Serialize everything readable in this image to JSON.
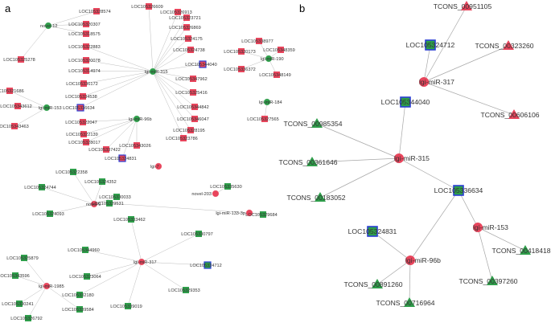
{
  "panels": {
    "a": "a",
    "b": "b"
  },
  "colors": {
    "mirna_novel": "#e8455c",
    "mirna_known": "#2e9e4a",
    "gene": "#e8455c",
    "gene_alt": "#2e9e4a",
    "highlight": "#2b3fd4",
    "edge": "#bdbdbd"
  },
  "network_a": {
    "hubs": [
      {
        "id": "h1",
        "label": "novel-12",
        "color": "mirna_known"
      },
      {
        "id": "h2",
        "label": "lgi-miR-315",
        "color": "mirna_known"
      },
      {
        "id": "h3",
        "label": "lgi-miR-153",
        "color": "mirna_known"
      },
      {
        "id": "h4",
        "label": "lgi-miR-96b",
        "color": "mirna_known"
      },
      {
        "id": "h5",
        "label": "lgi-miR-190",
        "color": "mirna_known"
      },
      {
        "id": "h6",
        "label": "lgi-miR-184",
        "color": "mirna_known"
      },
      {
        "id": "h7",
        "label": "lgi-7",
        "color": "mirna_novel"
      },
      {
        "id": "h8",
        "label": "novel-9",
        "color": "mirna_novel"
      },
      {
        "id": "h9",
        "label": "novel-203",
        "color": "mirna_novel"
      },
      {
        "id": "h10",
        "label": "lgi-miR-133-3p",
        "color": "mirna_novel"
      },
      {
        "id": "h11",
        "label": "lgi-miR-317",
        "color": "mirna_novel"
      },
      {
        "id": "h12",
        "label": "lgi-miR-1985",
        "color": "mirna_novel"
      }
    ],
    "targets": [
      {
        "label": "LOC105328574",
        "hub": "h1"
      },
      {
        "label": "LOC105326609",
        "hub": "h2"
      },
      {
        "label": "LOC105326913",
        "hub": "h2"
      },
      {
        "label": "LOC105323721",
        "hub": "h2"
      },
      {
        "label": "LOC105320307",
        "hub": "h1"
      },
      {
        "label": "LOC105318575",
        "hub": "h1"
      },
      {
        "label": "LOC105326869",
        "hub": "h2"
      },
      {
        "label": "LOC105322883",
        "hub": "h2"
      },
      {
        "label": "LOC105325278",
        "hub": "h1"
      },
      {
        "label": "LOC105320078",
        "hub": "h2"
      },
      {
        "label": "LOC105324175",
        "hub": "h2"
      },
      {
        "label": "LOC105324738",
        "hub": "h2"
      },
      {
        "label": "LOC105314974",
        "hub": "h2"
      },
      {
        "label": "LOC105336172",
        "hub": "h2"
      },
      {
        "label": "LOC105344040",
        "hub": "h2",
        "highlight": true
      },
      {
        "label": "LOC105347962",
        "hub": "h2"
      },
      {
        "label": "LOC105321686",
        "hub": "h3"
      },
      {
        "label": "LOC105334538",
        "hub": "h2"
      },
      {
        "label": "LOC105336634",
        "hub": "h2",
        "highlight": true
      },
      {
        "label": "LOC105343612",
        "hub": "h3"
      },
      {
        "label": "LOC105325416",
        "hub": "h2"
      },
      {
        "label": "LOC105344842",
        "hub": "h2"
      },
      {
        "label": "LOC105343463",
        "hub": "h3"
      },
      {
        "label": "LOC105322047",
        "hub": "h4"
      },
      {
        "label": "LOC105346047",
        "hub": "h2"
      },
      {
        "label": "LOC105322139",
        "hub": "h4"
      },
      {
        "label": "LOC105328195",
        "hub": "h2"
      },
      {
        "label": "LOC105323786",
        "hub": "h2"
      },
      {
        "label": "LOC105328017",
        "hub": "h4"
      },
      {
        "label": "LOC105343026",
        "hub": "h4"
      },
      {
        "label": "LOC105337422",
        "hub": "h4"
      },
      {
        "label": "LOC105324831",
        "hub": "h4",
        "highlight": true
      },
      {
        "label": "LOC105338977",
        "hub": "h5"
      },
      {
        "label": "LOC105320173",
        "hub": "h5"
      },
      {
        "label": "LOC105348359",
        "hub": "h5"
      },
      {
        "label": "LOC105336372",
        "hub": "h5"
      },
      {
        "label": "LOC105348149",
        "hub": "h5"
      },
      {
        "label": "LOC105327565",
        "hub": "h6"
      },
      {
        "label": "LOC105322358",
        "hub": "h8",
        "alt": true
      },
      {
        "label": "LOC105324744",
        "hub": "h8",
        "alt": true
      },
      {
        "label": "LOC105324352",
        "hub": "h8",
        "alt": true
      },
      {
        "label": "LOC105330033",
        "hub": "h8",
        "alt": true
      },
      {
        "label": "LOC105324093",
        "hub": "h8",
        "alt": true
      },
      {
        "label": "LOC105335630",
        "hub": "h9",
        "alt": true
      },
      {
        "label": "LOC105329684",
        "hub": "h10",
        "alt": true
      },
      {
        "label": "LOC105330797",
        "hub": "h11",
        "alt": true
      },
      {
        "label": "LOC105333462",
        "hub": "h11",
        "alt": true
      },
      {
        "label": "LOC105329531",
        "hub": "h10",
        "alt": true
      },
      {
        "label": "LOC105325879",
        "hub": "h12",
        "alt": true
      },
      {
        "label": "LOC105344960",
        "hub": "h11",
        "alt": true
      },
      {
        "label": "LOC105324712",
        "hub": "h11",
        "alt": true,
        "highlight": true
      },
      {
        "label": "LOC105343596",
        "hub": "h12",
        "alt": true
      },
      {
        "label": "LOC105323064",
        "hub": "h11",
        "alt": true
      },
      {
        "label": "LOC105329353",
        "hub": "h11",
        "alt": true
      },
      {
        "label": "LOC105332180",
        "hub": "h11",
        "alt": true
      },
      {
        "label": "LOC105330241",
        "hub": "h12",
        "alt": true
      },
      {
        "label": "LOC105339584",
        "hub": "h12",
        "alt": true
      },
      {
        "label": "LOC105339019",
        "hub": "h11",
        "alt": true
      },
      {
        "label": "LOC105326792",
        "hub": "h12",
        "alt": true
      }
    ]
  },
  "network_b": {
    "mirnas": [
      {
        "id": "m1",
        "label": "lgi-miR-317"
      },
      {
        "id": "m2",
        "label": "lgi-miR-315"
      },
      {
        "id": "m3",
        "label": "lgi-miR-153"
      },
      {
        "id": "m4",
        "label": "lgi-miR-96b"
      }
    ],
    "genes": [
      {
        "id": "g1",
        "label": "LOC105324712"
      },
      {
        "id": "g2",
        "label": "LOC105344040"
      },
      {
        "id": "g3",
        "label": "LOC105336634"
      },
      {
        "id": "g4",
        "label": "LOC105324831"
      }
    ],
    "lncrnas": [
      {
        "id": "t1",
        "label": "TCONS_00951105",
        "color": "mirna_novel"
      },
      {
        "id": "t2",
        "label": "TCONS_00323260",
        "color": "mirna_novel"
      },
      {
        "id": "t3",
        "label": "TCONS_00606106",
        "color": "mirna_novel"
      },
      {
        "id": "t4",
        "label": "TCONS_00985354",
        "color": "mirna_known"
      },
      {
        "id": "t5",
        "label": "TCONS_00361646",
        "color": "mirna_known"
      },
      {
        "id": "t6",
        "label": "TCONS_00183052",
        "color": "mirna_known"
      },
      {
        "id": "t7",
        "label": "TCONS_00418418",
        "color": "mirna_known"
      },
      {
        "id": "t8",
        "label": "TCONS_00397260",
        "color": "mirna_known"
      },
      {
        "id": "t9",
        "label": "TCONS_00891260",
        "color": "mirna_known"
      },
      {
        "id": "t10",
        "label": "TCONS_00716964",
        "color": "mirna_known"
      }
    ]
  }
}
